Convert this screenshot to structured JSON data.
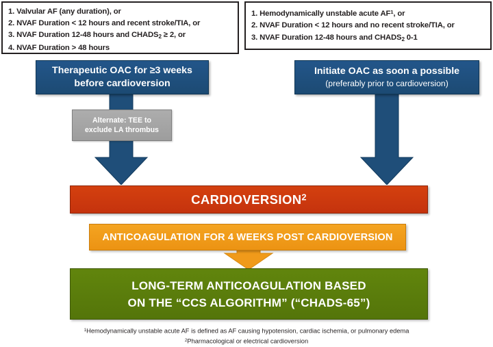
{
  "criteria_left": {
    "name": "oac-3-weeks-criteria",
    "items": [
      "1. Valvular AF (any duration), or",
      "2. NVAF Duration < 12 hours and recent stroke/TIA, or",
      "3. NVAF Duration 12-48 hours and CHADS₂ ≥ 2, or",
      "4. NVAF Duration > 48 hours"
    ]
  },
  "criteria_right": {
    "name": "immediate-oac-criteria",
    "items": [
      "1. Hemodynamically unstable acute AF¹, or",
      "2. NVAF Duration < 12 hours and no recent stroke/TIA, or",
      "3. NVAF Duration 12-48 hours and CHADS₂ 0-1"
    ]
  },
  "oac_weeks": {
    "line1": "Therapeutic OAC for ≥3 weeks",
    "line2": "before cardioversion"
  },
  "oac_initiate": {
    "line1": "Initiate OAC as soon a possible",
    "line2": "(preferably prior to cardioversion)"
  },
  "tee_alternate": {
    "line1": "Alternate: TEE to",
    "line2": "exclude LA thrombus"
  },
  "cardioversion": {
    "label": "CARDIOVERSION²"
  },
  "anticoagulation": {
    "label": "ANTICOAGULATION FOR 4 WEEKS POST CARDIOVERSION"
  },
  "longterm": {
    "line1": "LONG-TERM ANTICOAGULATION BASED",
    "line2": "ON THE “CCS ALGORITHM” (“CHADS-65”)"
  },
  "footnotes": [
    "¹Hemodynamically unstable acute AF is defined as AF causing hypotension, cardiac ischemia, or pulmonary edema",
    "²Pharmacological or electrical cardioversion"
  ],
  "colors": {
    "blue": "#1f4e79",
    "gray": "#a6a6a6",
    "red": "#cc3a10",
    "orange": "#f09a1a",
    "green": "#5a7d0b",
    "border_dark": "#231f20"
  },
  "icons": {
    "down_arrow_left": "down-arrow-icon",
    "down_arrow_right": "down-arrow-icon",
    "down_arrow_orange": "down-arrow-icon"
  }
}
